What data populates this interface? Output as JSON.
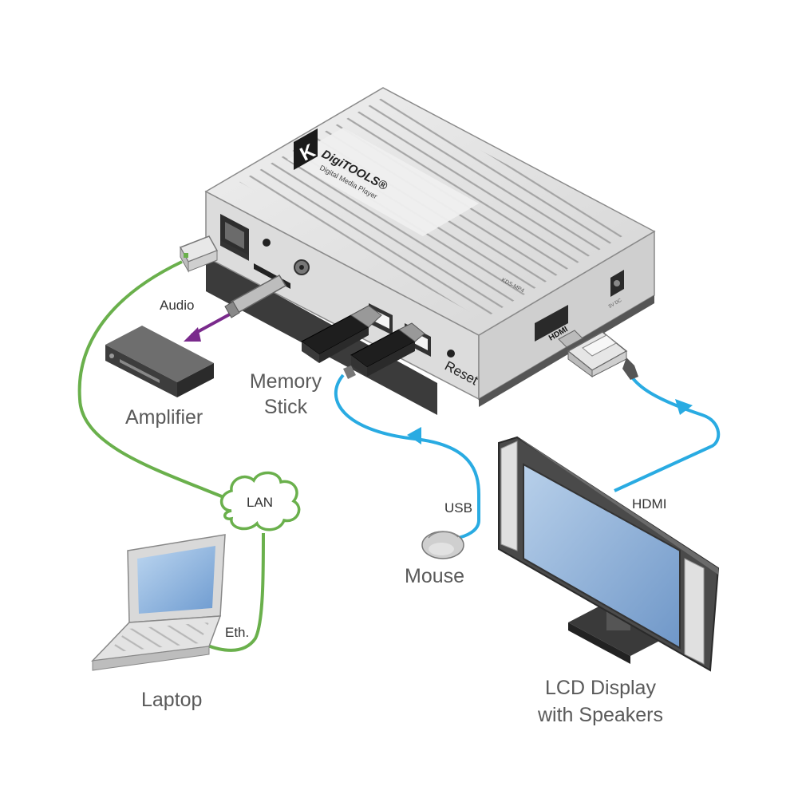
{
  "device": {
    "brand_logo_text": "K",
    "product_line": "DigiTOOLS®",
    "subtitle": "Digital Media Player",
    "model": "KDS-MP4",
    "reset_label": "Reset",
    "hdmi_port_label": "HDMI",
    "dc_label": "5V DC"
  },
  "labels": {
    "audio": "Audio",
    "amplifier": "Amplifier",
    "memory_stick_line1": "Memory",
    "memory_stick_line2": "Stick",
    "lan": "LAN",
    "usb": "USB",
    "mouse": "Mouse",
    "hdmi": "HDMI",
    "laptop": "Laptop",
    "eth": "Eth.",
    "lcd_line1": "LCD Display",
    "lcd_line2": "with Speakers"
  },
  "colors": {
    "lan_cable": "#6ab04c",
    "usb_cable": "#29abe2",
    "hdmi_cable": "#29abe2",
    "audio_cable": "#7a2a8c",
    "device_body": "#e4e4e4",
    "screen_blue": "#8fb3d9"
  }
}
